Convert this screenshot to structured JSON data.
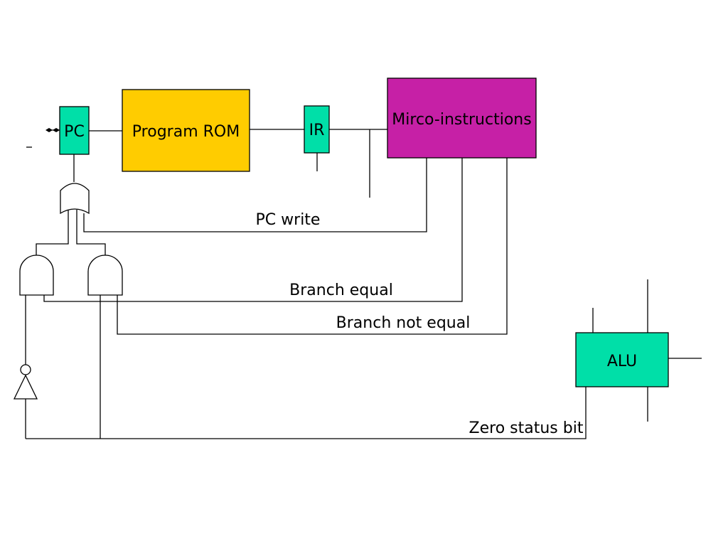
{
  "blocks": {
    "pc": {
      "label": "PC",
      "color": "#00dfa8"
    },
    "program_rom": {
      "label": "Program ROM",
      "color": "#ffcc00"
    },
    "ir": {
      "label": "IR",
      "color": "#00dfa8"
    },
    "micro": {
      "label": "Mirco-instructions",
      "color": "#c620a6"
    },
    "alu": {
      "label": "ALU",
      "color": "#00dfa8"
    }
  },
  "signals": {
    "pc_write": "PC write",
    "branch_equal": "Branch equal",
    "branch_not_equal": "Branch not equal",
    "zero_status": "Zero status bit"
  }
}
